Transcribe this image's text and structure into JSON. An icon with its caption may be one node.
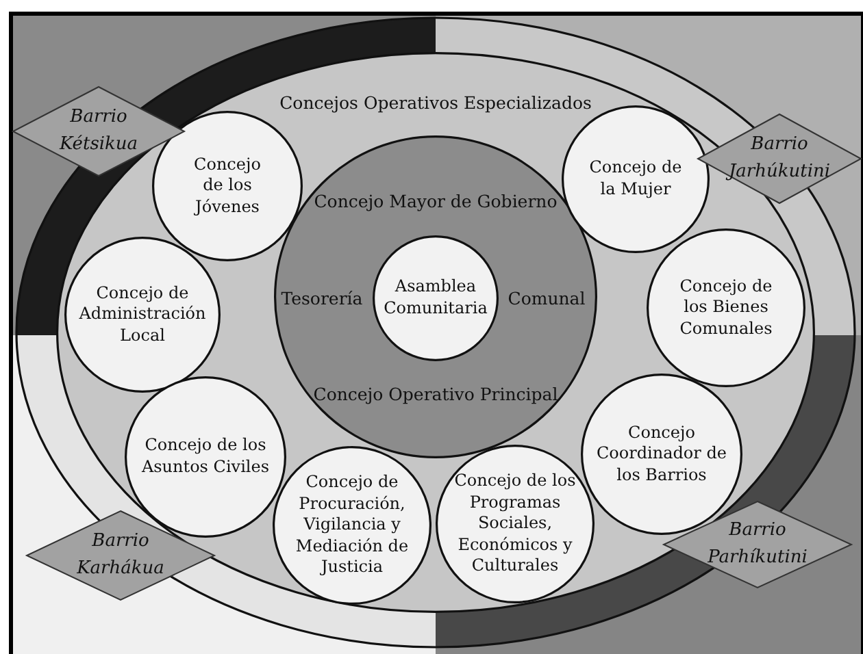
{
  "diagram": {
    "nodes": [
      {
        "text": [
          "Concejos Operativos Especializados"
        ]
      },
      {
        "text": [
          "Concejo Mayor de Gobierno",
          "Tesorería",
          "Comunal",
          "Concejo Operativo Principal"
        ],
        "in": 0
      },
      {
        "text": [
          "Asamblea Comunitaria"
        ],
        "in": 1
      },
      {
        "text": [
          "Concejo de los Jóvenes"
        ],
        "in": 0
      },
      {
        "text": [
          "Concejo de la Mujer"
        ],
        "in": 0
      },
      {
        "text": [
          "Concejo de Administración Local"
        ],
        "in": 0
      },
      {
        "text": [
          "Concejo de los Bienes Comunales"
        ],
        "in": 0
      },
      {
        "text": [
          "Concejo de los Asuntos Civiles"
        ],
        "in": 0
      },
      {
        "text": [
          "Concejo Coordinador de los Barrios"
        ],
        "in": 0
      },
      {
        "text": [
          "Concejo de Procuración, Vigilancia y Mediación de Justicia"
        ],
        "in": 0
      },
      {
        "text": [
          "Concejo de los Programas Sociales, Económicos y Culturales"
        ],
        "in": 0
      },
      {
        "text": [
          "Barrio Kétsikua"
        ]
      },
      {
        "text": [
          "Barrio Jarhúkutini"
        ]
      },
      {
        "text": [
          "Barrio Karhákua"
        ]
      },
      {
        "text": [
          "Barrio Parhíkutini"
        ]
      }
    ],
    "edges": []
  }
}
